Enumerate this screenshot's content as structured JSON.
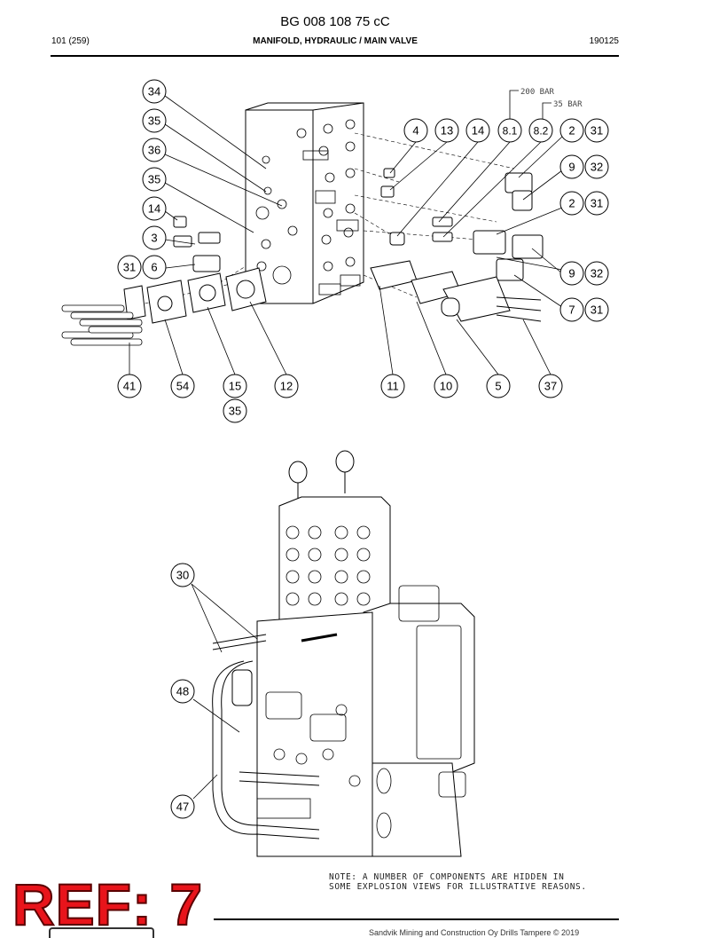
{
  "header": {
    "doc_number": "BG 008 108 75 cC",
    "page": "101 (259)",
    "title": "MANIFOLD, HYDRAULIC / MAIN VALVE",
    "date": "190125"
  },
  "pressure_labels": {
    "high": "200 BAR",
    "low": "35 BAR"
  },
  "callouts_top": [
    "34",
    "35",
    "36",
    "35",
    "14",
    "3",
    "31",
    "6",
    "4",
    "13",
    "14",
    "8.1",
    "8.2",
    "2",
    "31",
    "9",
    "32",
    "2",
    "31",
    "9",
    "32",
    "7",
    "31",
    "41",
    "54",
    "15",
    "35",
    "12",
    "11",
    "10",
    "5",
    "37"
  ],
  "callouts_bottom": [
    "30",
    "48",
    "47"
  ],
  "note": [
    "NOTE: A NUMBER OF COMPONENTS ARE HIDDEN IN",
    "SOME EXPLOSION VIEWS FOR ILLUSTRATIVE REASONS."
  ],
  "ref_stamp": "REF: 7",
  "footer": {
    "copyright": "Sandvik Mining and Construction Oy Drills Tampere © 2019"
  },
  "colors": {
    "stamp": "#e8141b",
    "line": "#000000"
  }
}
